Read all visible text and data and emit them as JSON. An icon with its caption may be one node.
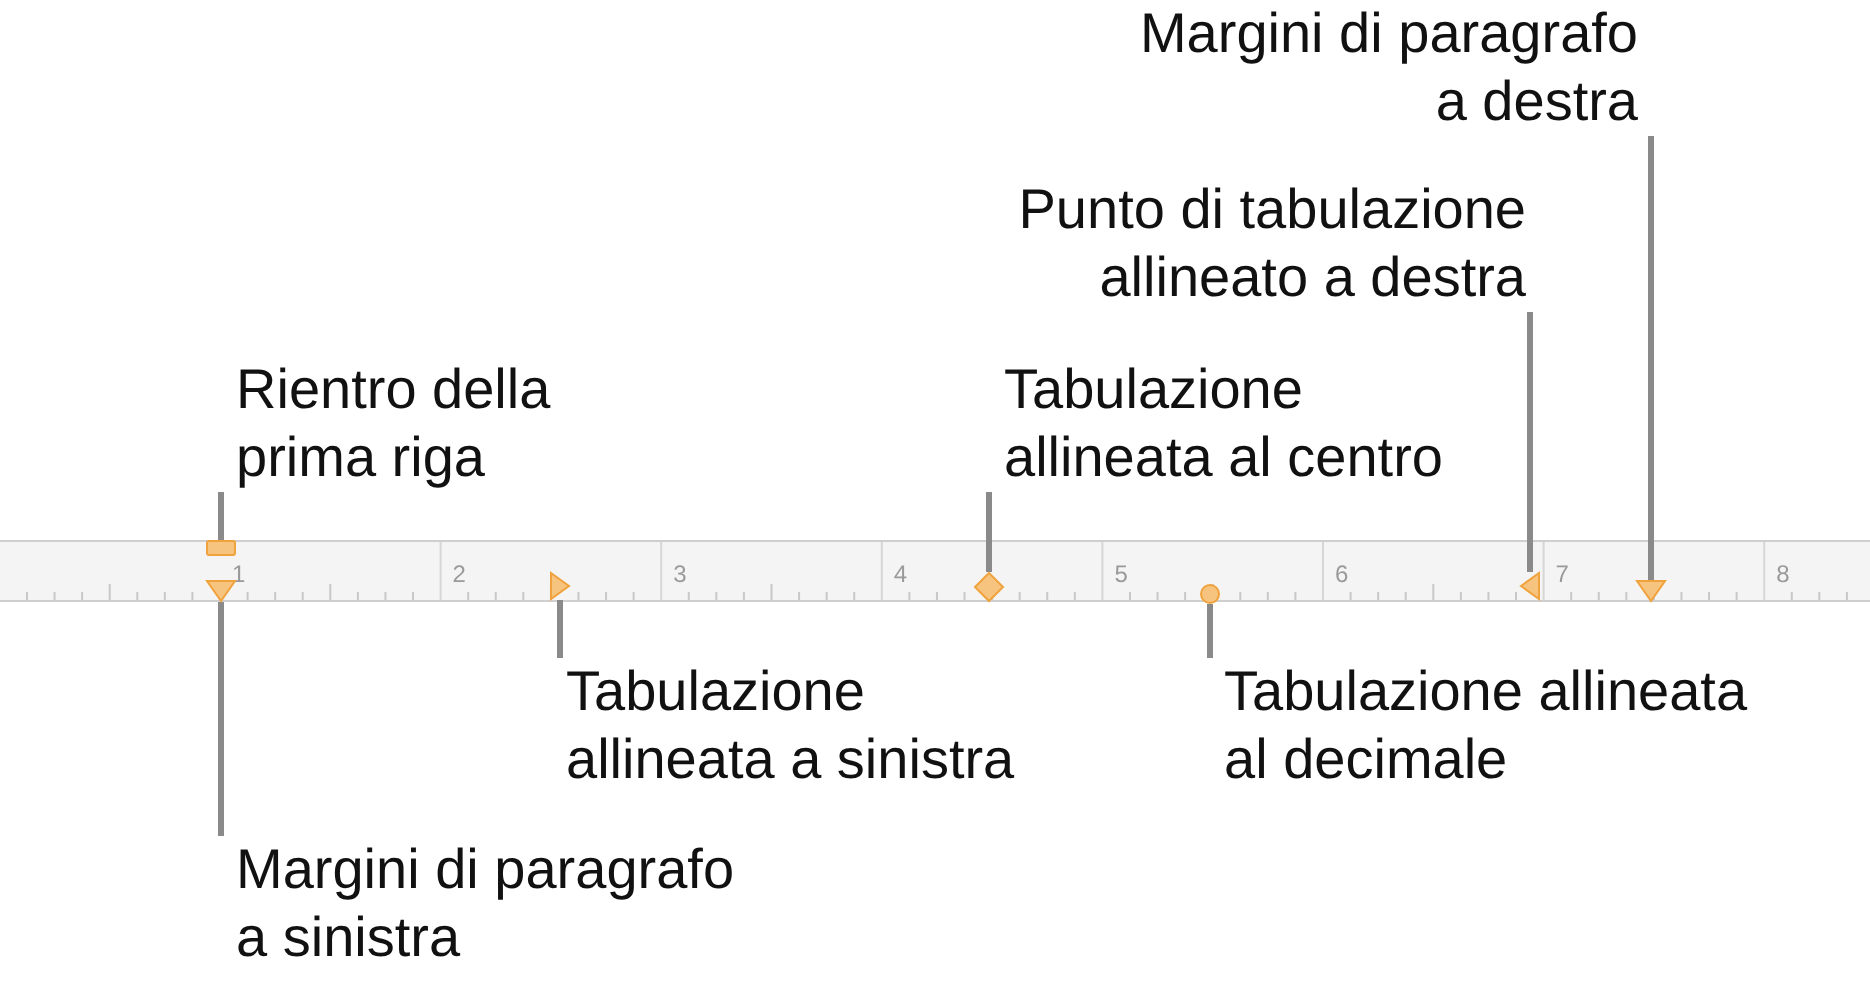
{
  "diagram": {
    "nodes": [
      {
        "text": [
          "Margini di paragrafo a destra"
        ]
      },
      {
        "text": [
          "Punto di tabulazione allineato a destra"
        ]
      },
      {
        "text": [
          "Rientro della prima riga"
        ]
      },
      {
        "text": [
          "Tabulazione allineata al centro"
        ]
      },
      {
        "text": [
          "Tabulazione allineata a sinistra"
        ]
      },
      {
        "text": [
          "Tabulazione allineata al decimale"
        ]
      },
      {
        "text": [
          "Margini di paragrafo a sinistra"
        ]
      },
      {
        "text": [],
        "shape": "box"
      },
      {
        "text": [],
        "shape": "triangle"
      },
      {
        "text": [],
        "shape": "triangle"
      },
      {
        "text": [],
        "shape": "diamond"
      },
      {
        "text": [],
        "shape": "circle"
      },
      {
        "text": [],
        "shape": "triangle"
      },
      {
        "text": [],
        "shape": "triangle"
      }
    ],
    "edges": [
      {
        "from": 0,
        "to": 13,
        "arrow": "none"
      },
      {
        "from": 1,
        "to": 12,
        "arrow": "none"
      },
      {
        "from": 2,
        "to": 7,
        "arrow": "none"
      },
      {
        "from": 3,
        "to": 10,
        "arrow": "none"
      },
      {
        "from": 4,
        "to": 9,
        "arrow": "none"
      },
      {
        "from": 5,
        "to": 11,
        "arrow": "none"
      },
      {
        "from": 6,
        "to": 8,
        "arrow": "none"
      }
    ],
    "labels": [
      "1",
      "2",
      "3",
      "4",
      "5",
      "6",
      "7",
      "8"
    ]
  }
}
